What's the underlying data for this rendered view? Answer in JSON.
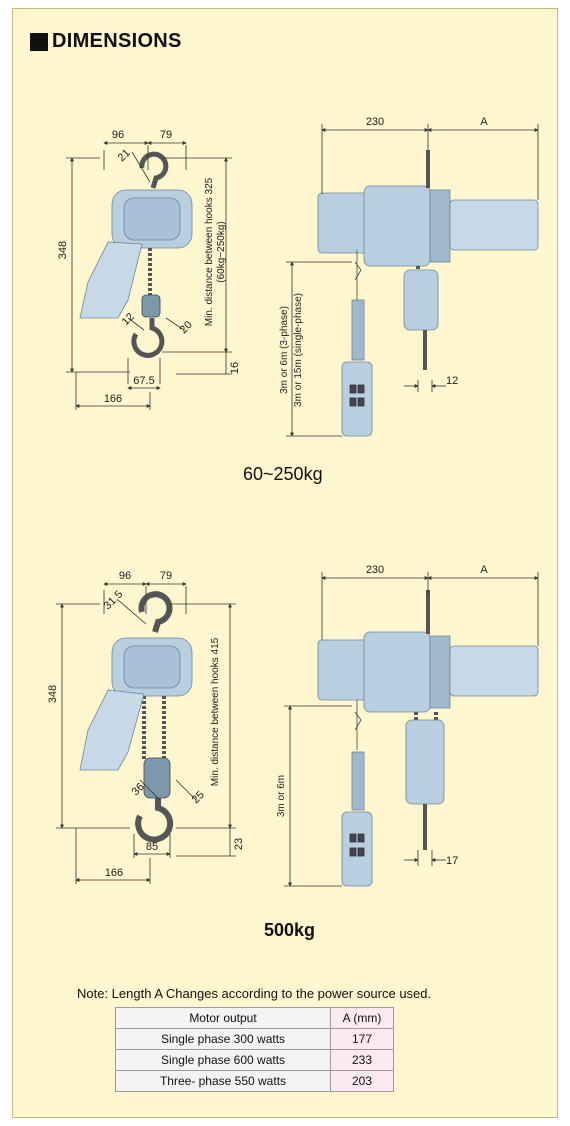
{
  "heading": {
    "title": "DIMENSIONS"
  },
  "section1": {
    "caption": "60~250kg",
    "dims": {
      "w96": "96",
      "w79": "79",
      "h348": "348",
      "d21": "21",
      "min_dist": "Min. distance between hooks 325",
      "min_dist_sub": "(60kg~250kg)",
      "d12": "12",
      "d20": "20",
      "d16": "16",
      "w675": "67.5",
      "w166": "166",
      "w230": "230",
      "wA": "A",
      "w12b": "12",
      "lift1": "3m or 6m  (3-phase)",
      "lift2": "3m or 15m  (single-phase)"
    }
  },
  "section2": {
    "caption": "500kg",
    "dims": {
      "w96": "96",
      "w79": "79",
      "h348": "348",
      "d315": "31.5",
      "min_dist": "Min. distance between hooks 415",
      "d36": "36",
      "d25": "25",
      "d23": "23",
      "w85": "85",
      "w166": "166",
      "w230": "230",
      "wA": "A",
      "w17": "17",
      "lift": "3m or 6m"
    }
  },
  "note": "Note:  Length A Changes according to the power source used.",
  "table": {
    "headers": [
      "Motor output",
      "A (mm)"
    ],
    "rows": [
      [
        "Single phase 300 watts",
        "177"
      ],
      [
        "Single phase 600 watts",
        "233"
      ],
      [
        "Three- phase 550 watts",
        "203"
      ]
    ]
  },
  "colors": {
    "paper": "#fdf6cf",
    "hoist_fill": "#b9cfe0",
    "hoist_dark": "#7d97ab",
    "line": "#333333"
  }
}
